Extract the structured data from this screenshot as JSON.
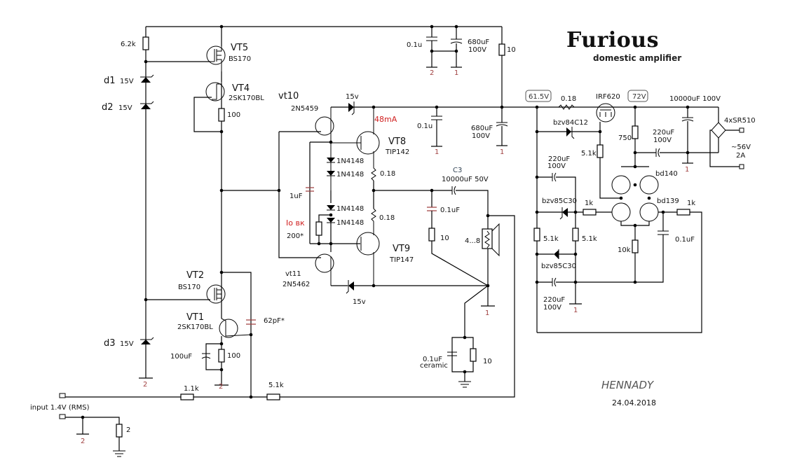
{
  "title": "Furious",
  "subtitle": "domestic amplifier",
  "author": "HENNADY",
  "date": "24.04.2018",
  "components": {
    "r_62k": "6.2k",
    "vt5": {
      "name": "VT5",
      "part": "BS170"
    },
    "vt4": {
      "name": "VT4",
      "part": "2SK170BL"
    },
    "d1": {
      "name": "d1",
      "value": "15V"
    },
    "d2": {
      "name": "d2",
      "value": "15V"
    },
    "d3": {
      "name": "d3",
      "value": "15V"
    },
    "r_100_top": "100",
    "vt2": {
      "name": "VT2",
      "part": "BS170"
    },
    "vt1": {
      "name": "VT1",
      "part": "2SK170BL"
    },
    "c_62p": "62pF*",
    "c_100u": "100uF",
    "r_100_bot": "100",
    "r_11k": "1.1k",
    "r_51k_fb": "5.1k",
    "input": "input 1.4V (RMS)",
    "r_2": "2",
    "vt10": {
      "name": "vt10",
      "part": "2N5459"
    },
    "vt11": {
      "name": "vt11",
      "part": "2N5462"
    },
    "z_15v_top": "15v",
    "z_15v_bot": "15v",
    "current": "48mA",
    "vt8": {
      "name": "VT8",
      "part": "TIP142"
    },
    "vt9": {
      "name": "VT9",
      "part": "TIP147"
    },
    "d_1n4148": "1N4148",
    "r_018_top": "0.18",
    "r_018_bot": "0.18",
    "c_1u": "1uF",
    "io_label": "Io вк",
    "r_200": "200*",
    "c3": {
      "name": "C3",
      "value": "10000uF 50V"
    },
    "c_zobel": "0.1uF",
    "r_zobel": "10",
    "speaker": "4...8",
    "c_ceramic": "0.1uF",
    "c_ceramic_note": "ceramic",
    "r_10_gnd": "10",
    "c_01u_top": "0.1u",
    "c_680_top": "680uF",
    "c_680_top_v": "100V",
    "r_10_top": "10",
    "c_01u_mid": "0.1u",
    "c_680_mid": "680uF",
    "c_680_mid_v": "100V",
    "v_615": "61.5V",
    "v_72": "72V",
    "r_018_psu": "0.18",
    "irf620": "IRF620",
    "bzv84": "bzv84C12",
    "r_51k_psu": "5.1k",
    "r_750": "750",
    "c_220_a": "220uF",
    "c_220_a_v": "100V",
    "c_220_b": "220uF",
    "c_220_b_v": "100V",
    "c_220_c": "220uF",
    "c_220_c_v": "100V",
    "c_10000": "10000uF 100V",
    "bridge": "4xSR510",
    "ac_in": "~56V",
    "ac_in_a": "2A",
    "bzv85_a": "bzv85C30",
    "bzv85_b": "bzv85C30",
    "r_51k_l": "5.1k",
    "r_51k_r": "5.1k",
    "r_1k_l": "1k",
    "r_1k_r": "1k",
    "bd140": "bd140",
    "bd139": "bd139",
    "r_10k": "10k",
    "c_01uf_psu": "0.1uF"
  },
  "ground_labels": {
    "one": "1",
    "two": "2"
  }
}
